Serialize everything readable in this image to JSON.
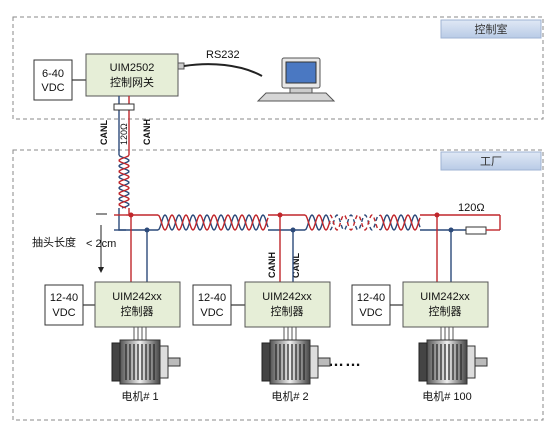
{
  "rooms": {
    "control_room": "控制室",
    "factory": "工厂"
  },
  "gateway": {
    "power": {
      "line1": "6-40",
      "line2": "VDC"
    },
    "name": "UIM2502",
    "desc": "控制网关",
    "rs232": "RS232",
    "canl": "CANL",
    "resistor": "120Ω",
    "canh": "CANH"
  },
  "bus": {
    "terminator": "120Ω",
    "stub_label": "抽头长度",
    "stub_length": "< 2cm",
    "canh": "CANH",
    "canl": "CANL",
    "ellipsis": "……"
  },
  "controllers": [
    {
      "power_line1": "12-40",
      "power_line2": "VDC",
      "model": "UIM242xx",
      "desc": "控制器",
      "motor": "电机# 1"
    },
    {
      "power_line1": "12-40",
      "power_line2": "VDC",
      "model": "UIM242xx",
      "desc": "控制器",
      "motor": "电机# 2"
    },
    {
      "power_line1": "12-40",
      "power_line2": "VDC",
      "model": "UIM242xx",
      "desc": "控制器",
      "motor": "电机# 100"
    }
  ],
  "colors": {
    "canh_wire": "#c0262b",
    "canl_wire": "#2c4a7a",
    "module_fill": "#e6eed7",
    "tab_fill": "#c9d8ee"
  }
}
